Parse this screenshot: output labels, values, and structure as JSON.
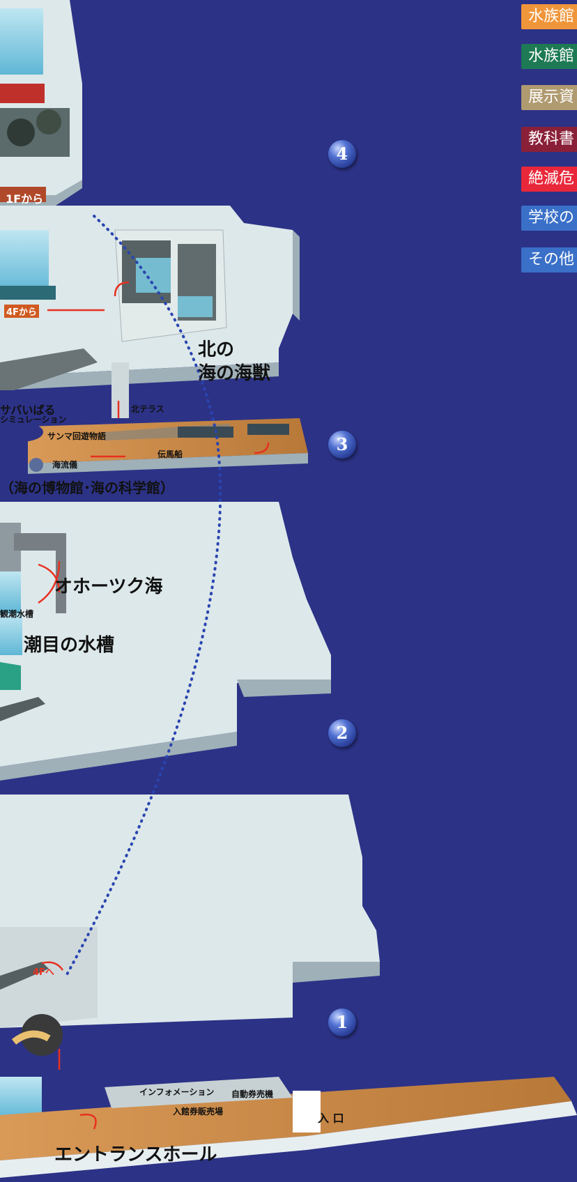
{
  "legend": [
    {
      "label": "水族館",
      "color": "#f0963a"
    },
    {
      "label": "水族館",
      "color": "#1e7a55"
    },
    {
      "label": "展示資",
      "color": "#b09a70"
    },
    {
      "label": "教科書",
      "color": "#8a2038"
    },
    {
      "label": "絶滅危",
      "color": "#e8283a"
    },
    {
      "label": "学校の",
      "color": "#3a70c8"
    },
    {
      "label": "その他",
      "color": "#3a70c8"
    }
  ],
  "floors": {
    "f4": "4",
    "f3": "3",
    "f2": "2",
    "f1": "1"
  },
  "floor4": {
    "from_1f": "1Fから"
  },
  "floor3": {
    "from_4f": "4Fから",
    "north_sea_line1": "北の",
    "north_sea_line2": "海の海獣",
    "north_terrace": "北テラス",
    "sabaiparu": "サバいぱる",
    "simulation": "シミュレーション",
    "sanma": "サンマ回遊物語",
    "current_globe": "海流儀",
    "denmasen": "伝馬船",
    "museum": "（海の博物館･海の科学館）"
  },
  "floor2": {
    "okhotsk": "オホーツク海",
    "observation_tank": "観潮水槽",
    "shiome": "潮目の水槽"
  },
  "floor1": {
    "to_4f": "4Fへ",
    "information": "インフォメーション",
    "ticket_machine": "自動券売機",
    "ticket_office": "入館券販売場",
    "entrance": "入 口",
    "entrance_hall": "エントランスホール"
  },
  "colors": {
    "background": "#2c3286",
    "floor_top": "#dde8ea",
    "floor_side": "#9fb0b8",
    "wood": "#c98a4a",
    "water": "#8fd2e6",
    "route": "#e83020",
    "path_dots": "#2a45b0"
  }
}
